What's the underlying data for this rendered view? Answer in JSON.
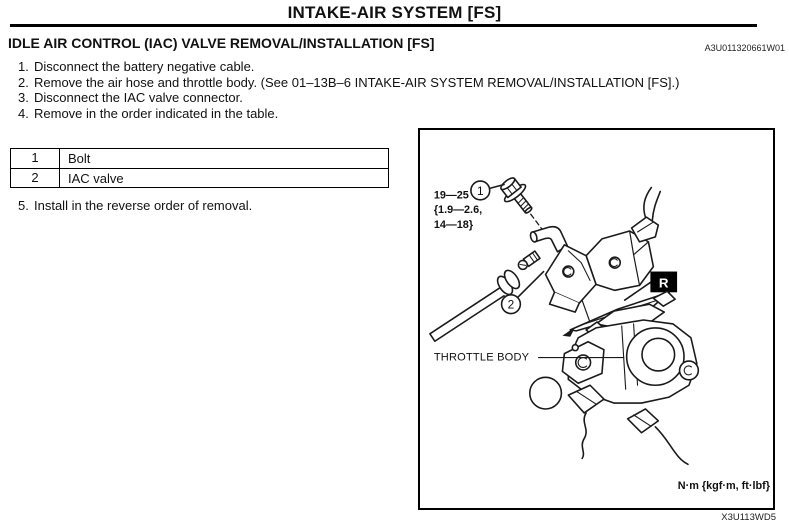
{
  "page": {
    "title": "INTAKE-AIR SYSTEM [FS]",
    "heading": "IDLE AIR CONTROL (IAC) VALVE REMOVAL/INSTALLATION [FS]",
    "doc_code": "A3U011320661W01",
    "figure_code": "X3U113WD5"
  },
  "steps": [
    {
      "num": "1.",
      "text": "Disconnect the battery negative cable."
    },
    {
      "num": "2.",
      "text": "Remove the air hose and throttle body. (See 01–13B–6 INTAKE-AIR SYSTEM REMOVAL/INSTALLATION [FS].)"
    },
    {
      "num": "3.",
      "text": "Disconnect the IAC valve connector."
    },
    {
      "num": "4.",
      "text": "Remove in the order indicated in the table."
    },
    {
      "num": "5.",
      "text": "Install in the reverse order of removal."
    }
  ],
  "parts_table": {
    "rows": [
      {
        "num": "1",
        "name": "Bolt"
      },
      {
        "num": "2",
        "name": "IAC valve"
      }
    ]
  },
  "diagram": {
    "torque_lines": [
      "19—25",
      "{1.9—2.6,",
      "14—18}"
    ],
    "callouts": {
      "one": "1",
      "two": "2"
    },
    "replace_marker": "R",
    "throttle_body_label": "THROTTLE BODY",
    "units_note": "N·m {kgf·m, ft·lbf}",
    "colors": {
      "line": "#1a1a1a",
      "marker_bg": "#000000",
      "marker_text": "#ffffff"
    }
  }
}
